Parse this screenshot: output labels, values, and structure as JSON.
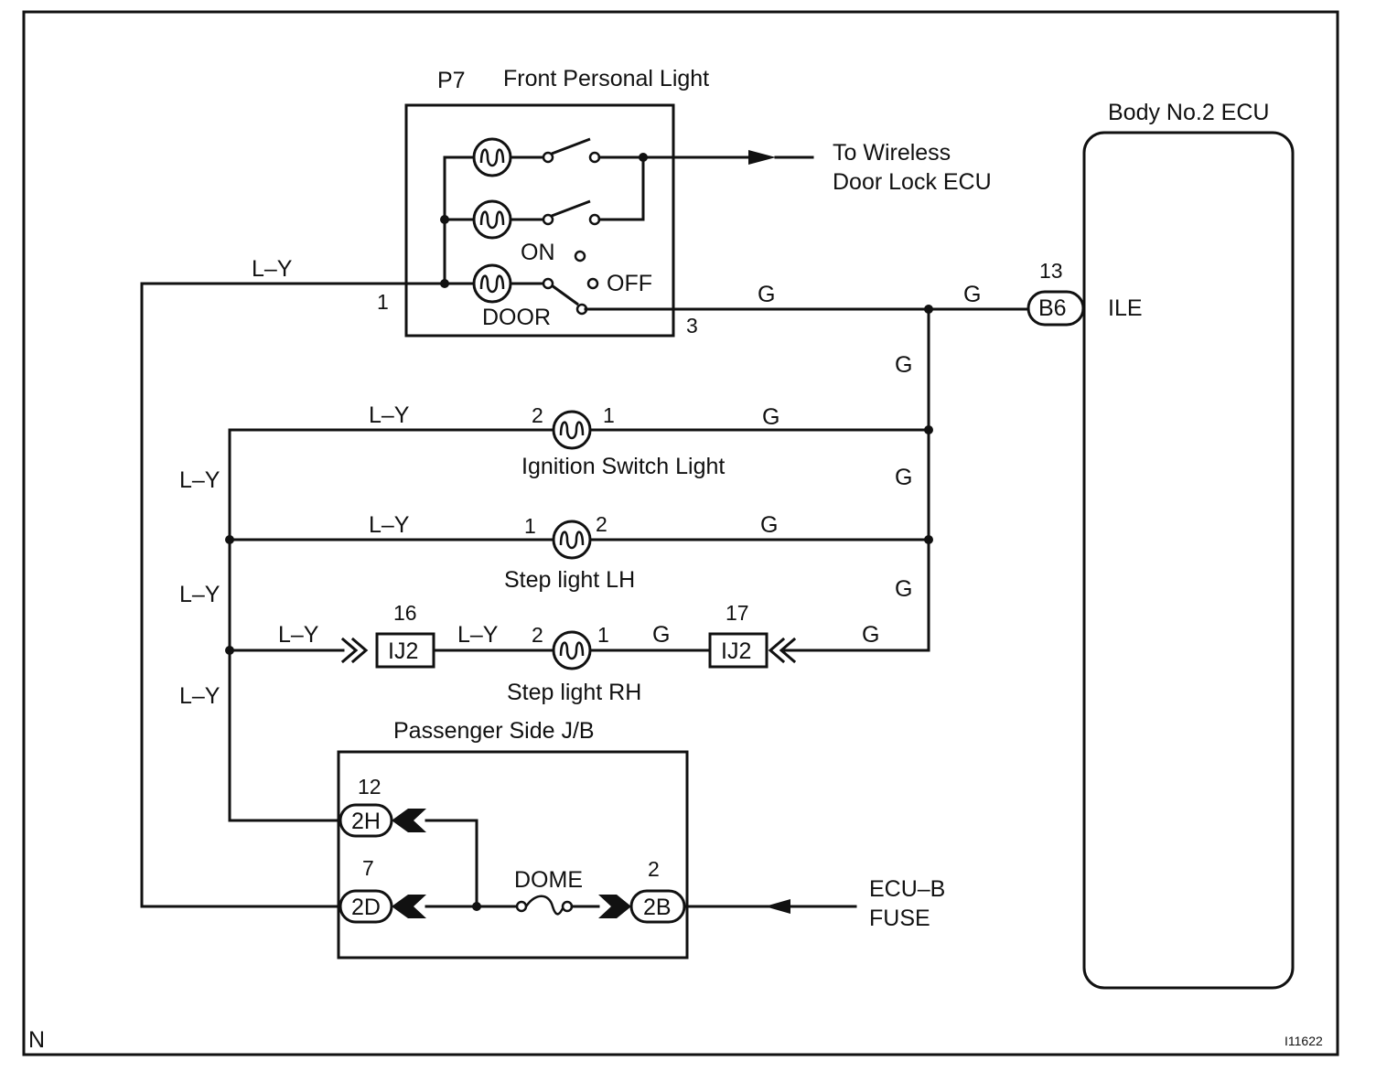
{
  "labels": {
    "p7_code": "P7",
    "front_personal_light": "Front Personal Light",
    "to_wireless_1": "To Wireless",
    "to_wireless_2": "Door Lock ECU",
    "body_ecu": "Body No.2 ECU",
    "on": "ON",
    "off": "OFF",
    "door": "DOOR",
    "pin_1": "1",
    "pin_3": "3",
    "ecu_pin_13": "13",
    "b6": "B6",
    "ile": "ILE",
    "ignition_switch_light": "Ignition Switch Light",
    "step_light_lh": "Step light LH",
    "step_light_rh": "Step light RH",
    "ij2_left": "IJ2",
    "ij2_right": "IJ2",
    "ij2_pin_16": "16",
    "ij2_pin_17": "17",
    "ign_pin_2": "2",
    "ign_pin_1": "1",
    "lh_pin_1": "1",
    "lh_pin_2": "2",
    "rh_pin_2": "2",
    "rh_pin_1": "1",
    "passenger_jb": "Passenger Side J/B",
    "jb_pin_12": "12",
    "jb_pin_7": "7",
    "jb_pin_2": "2",
    "conn_2h": "2H",
    "conn_2d": "2D",
    "conn_2b": "2B",
    "dome": "DOME",
    "ecu_b_1": "ECU–B",
    "ecu_b_2": "FUSE",
    "corner_n": "N",
    "figure_id": "I11622"
  },
  "wire_colors": {
    "ly": "L–Y",
    "g": "G"
  }
}
